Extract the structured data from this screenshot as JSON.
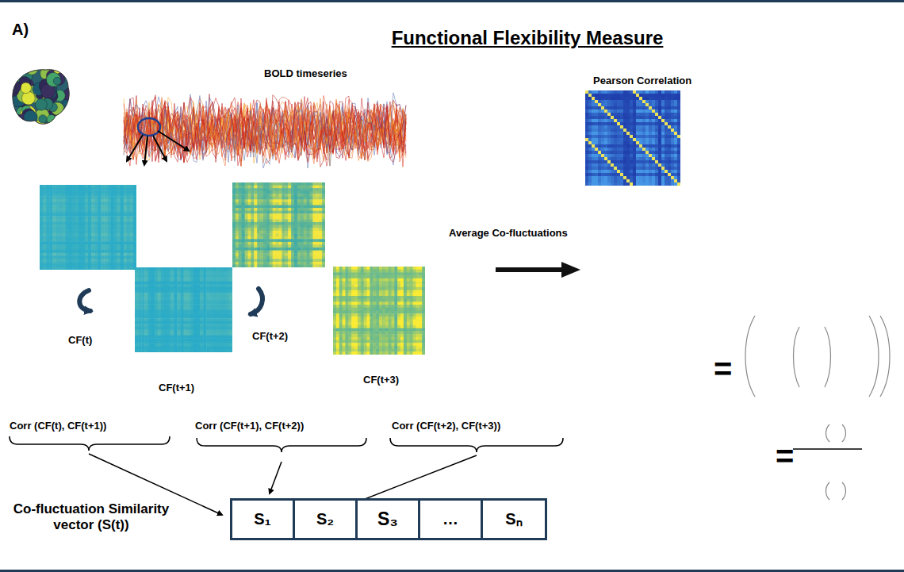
{
  "diagram": {
    "title": "Functional Flexibility Measure",
    "nodes": [
      {
        "text": [
          "CF(t)"
        ]
      },
      {
        "text": [
          "CF(t+1)"
        ]
      },
      {
        "text": [
          "CF(t+2)"
        ]
      },
      {
        "text": [
          "CF(t+3)"
        ]
      },
      {
        "text": [
          "Pearson Correlation"
        ]
      },
      {
        "text": [
          "S₁"
        ]
      },
      {
        "text": [
          "S₂"
        ]
      },
      {
        "text": [
          "S₃"
        ]
      },
      {
        "text": [
          "…"
        ]
      },
      {
        "text": [
          "Sₙ"
        ]
      }
    ],
    "labels": [
      "A)",
      "BOLD timeseries",
      "Average Co-fluctuations",
      "=",
      "=",
      "Corr (CF(t), CF(t+1))",
      "Corr (CF(t+1), CF(t+2))",
      "Corr (CF(t+2), CF(t+3))",
      "Co-fluctuation Similarity vector (S(t))"
    ]
  }
}
